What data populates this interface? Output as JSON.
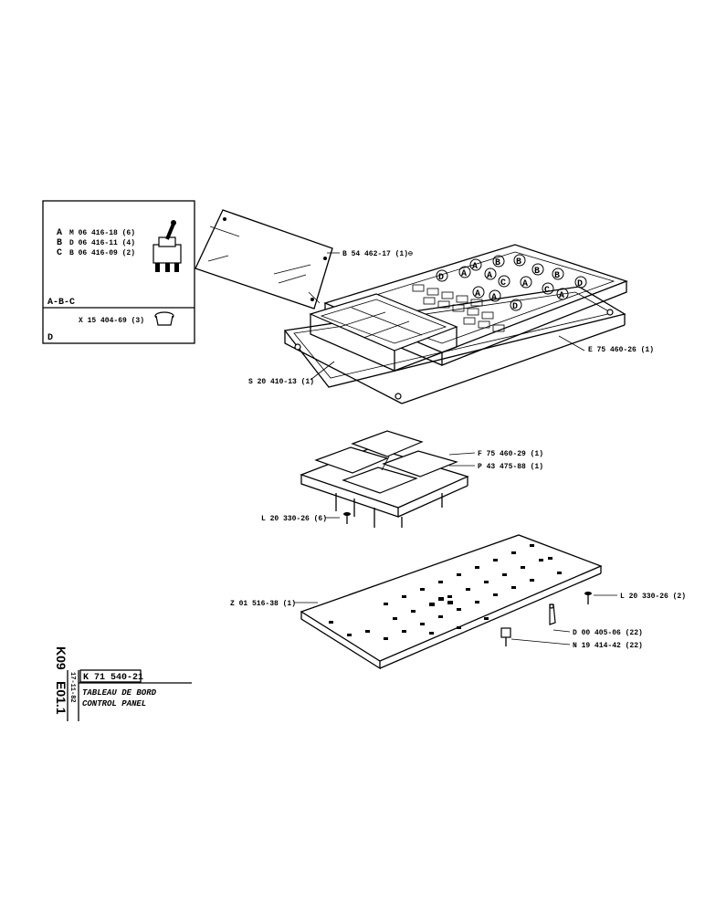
{
  "inset": {
    "options": [
      {
        "letter": "A",
        "ref": "M 06 416-18 (6)"
      },
      {
        "letter": "B",
        "ref": "D 06 416-11 (4)"
      },
      {
        "letter": "C",
        "ref": "B 06 416-09 (2)"
      }
    ],
    "group_abc": "A-B-C",
    "part_d": "X 15 404-69 (3)",
    "group_d": "D"
  },
  "callouts": {
    "cover_sheet": "B 54 462-17 (1)⊖",
    "frame": "E 75 460-26 (1)",
    "tray": "S 20 410-13 (1)",
    "plate_f": "F 75 460-29 (1)",
    "plate_p": "P 43 475-88 (1)",
    "screw_l6": "L 20 330-26 (6)",
    "board": "Z 01 516-38 (1)",
    "screw_l2": "L 20 330-26 (2)",
    "contact_d": "D 00 405-06 (22)",
    "socket_n": "N 19 414-42 (22)"
  },
  "panel_letters": {
    "row1": [
      "A",
      "B",
      "B",
      "B",
      "B"
    ],
    "row2": [
      "D",
      "A",
      "A",
      "C",
      "A",
      "C",
      "D"
    ],
    "row3": [
      "A",
      "A",
      "D",
      "A"
    ]
  },
  "title_block": {
    "section": "K09",
    "page": "E01.1",
    "date": "17-11-82",
    "part_number": "K 71 540-21",
    "title_fr": "TABLEAU DE BORD",
    "title_en": "CONTROL PANEL"
  }
}
